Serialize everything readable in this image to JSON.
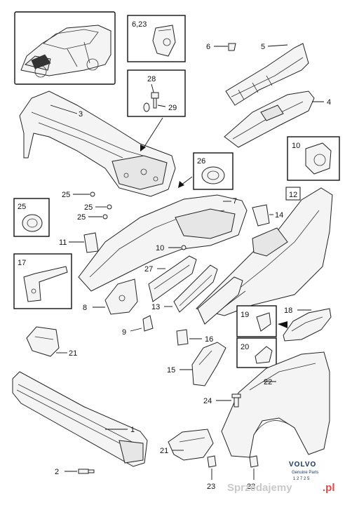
{
  "labels": {
    "l1": "1",
    "l2": "2",
    "l3": "3",
    "l4": "4",
    "l5": "5",
    "l6": "6",
    "l6_23": "6,23",
    "l7": "7",
    "l8": "8",
    "l9": "9",
    "l10_box": "10",
    "l10": "10",
    "l11": "11",
    "l12": "12",
    "l13": "13",
    "l14": "14",
    "l15": "15",
    "l16": "16",
    "l17": "17",
    "l18": "18",
    "l19": "19",
    "l20": "20",
    "l21a": "21",
    "l21b": "21",
    "l22": "22",
    "l23a": "23",
    "l23b": "23",
    "l24": "24",
    "l25a": "25",
    "l25b": "25",
    "l25c": "25",
    "l25_box": "25",
    "l26": "26",
    "l27": "27",
    "l28": "28",
    "l29": "29"
  },
  "brand": {
    "name": "VOLVO",
    "line1": "Genuine Parts",
    "line2": "1 2 7 2 5"
  },
  "watermark": {
    "text": "Sprzedajemy",
    "suffix": ".pl"
  },
  "colors": {
    "line": "#222222",
    "part_fill": "#f4f4f4",
    "brand": "#14315c",
    "watermark": "#c9c9c9",
    "watermark_accent": "#e04848"
  }
}
